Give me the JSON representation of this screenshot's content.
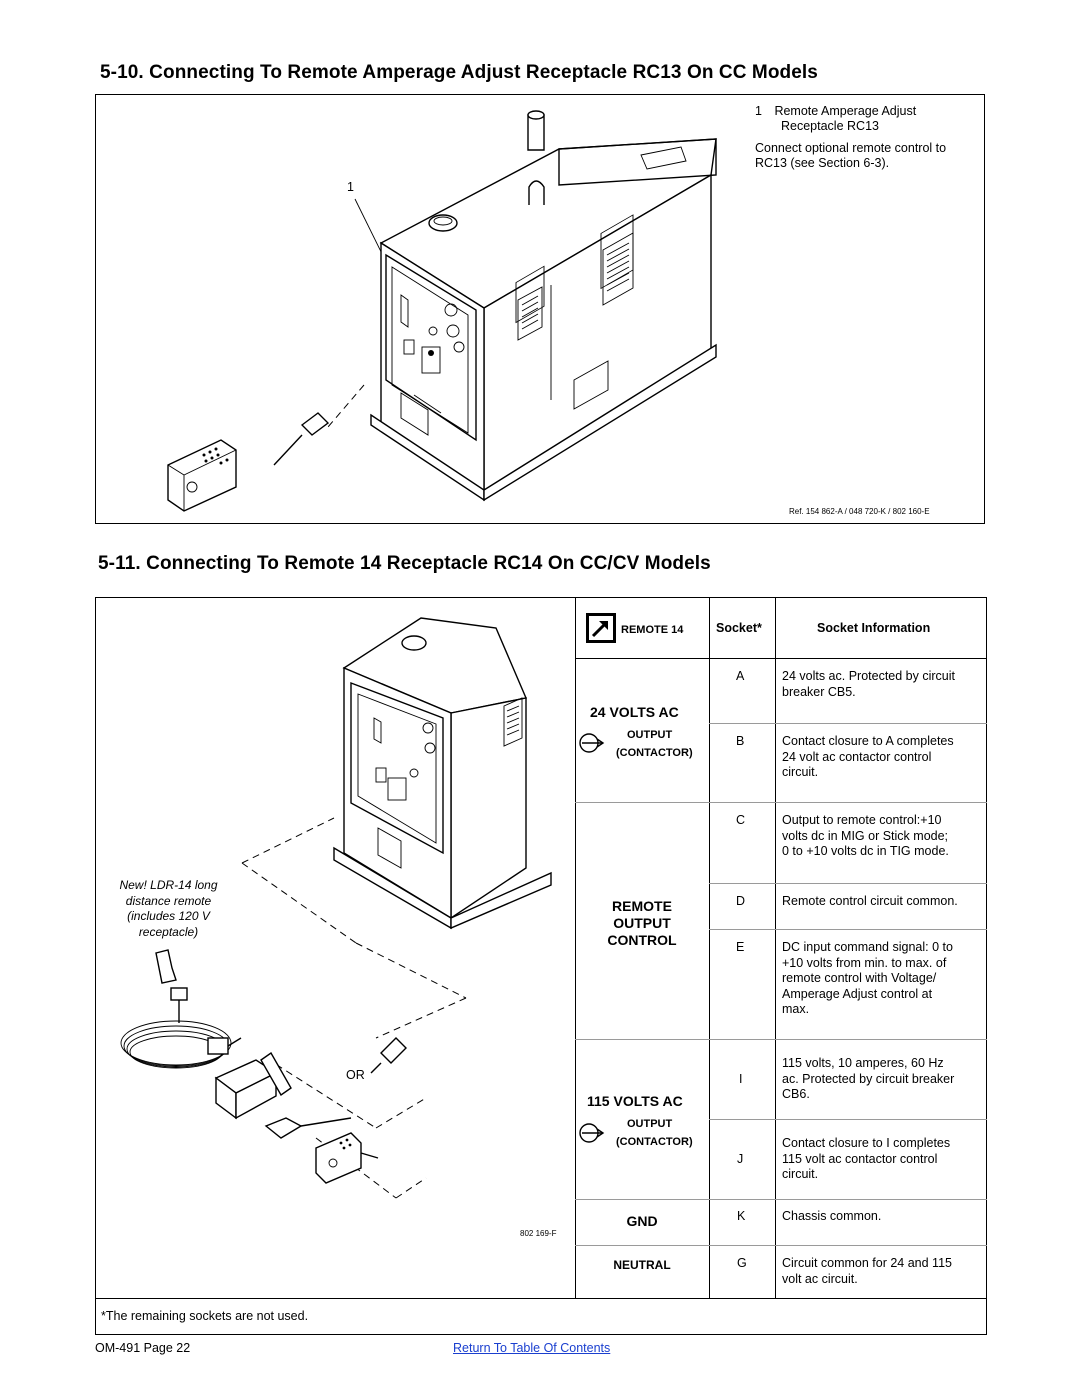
{
  "section1": {
    "title": "5-10. Connecting To Remote Amperage Adjust Receptacle RC13 On CC Models",
    "callout_number": "1",
    "callout_line1": "1 Remote Amperage Adjust",
    "callout_line2": "Receptacle RC13",
    "note_line1": "Connect optional remote control to",
    "note_line2": "RC13 (see Section 6-3).",
    "ref": "Ref. 154 862-A / 048 720-K / 802 160-E"
  },
  "section2": {
    "title": "5-11. Connecting To Remote 14 Receptacle RC14 On CC/CV Models",
    "note_lines": [
      "New! LDR-14 long",
      "distance remote",
      "(includes 120 V",
      "receptacle)"
    ],
    "or_label": "OR",
    "figure_ref": "802 169-F",
    "remote14_label": "REMOTE 14",
    "table": {
      "header_socket": "Socket*",
      "header_info": "Socket Information",
      "groups": {
        "volts24": "24 VOLTS AC",
        "output_word": "OUTPUT",
        "contactor_word": "CONTACTOR",
        "remote_output_control": [
          "REMOTE",
          "OUTPUT",
          "CONTROL"
        ],
        "volts115": "115 VOLTS AC",
        "gnd": "GND",
        "neutral": "NEUTRAL"
      },
      "rows": [
        {
          "socket": "A",
          "info": [
            "24 volts ac. Protected by circuit",
            "breaker CB5."
          ]
        },
        {
          "socket": "B",
          "info": [
            "Contact closure to A completes",
            "24 volt ac contactor control",
            "circuit."
          ]
        },
        {
          "socket": "C",
          "info": [
            "Output to remote control:+10",
            "volts dc in MIG or Stick mode;",
            "0 to +10 volts dc in TIG mode."
          ]
        },
        {
          "socket": "D",
          "info": [
            "Remote control circuit common."
          ]
        },
        {
          "socket": "E",
          "info": [
            "DC input command signal: 0 to",
            "+10 volts from min. to max. of",
            "remote control with Voltage/",
            "Amperage Adjust control at",
            "max."
          ]
        },
        {
          "socket": "I",
          "info": [
            "115 volts, 10 amperes, 60 Hz",
            "ac. Protected by circuit breaker",
            "CB6."
          ]
        },
        {
          "socket": "J",
          "info": [
            "Contact closure to I completes",
            "115 volt ac contactor control",
            "circuit."
          ]
        },
        {
          "socket": "K",
          "info": [
            "Chassis common."
          ]
        },
        {
          "socket": "G",
          "info": [
            "Circuit common for 24 and 115",
            "volt ac circuit."
          ]
        }
      ]
    },
    "footnote": "*The remaining sockets are not used."
  },
  "footer": {
    "page": "OM-491 Page 22",
    "toc_link": "Return To Table Of Contents"
  }
}
